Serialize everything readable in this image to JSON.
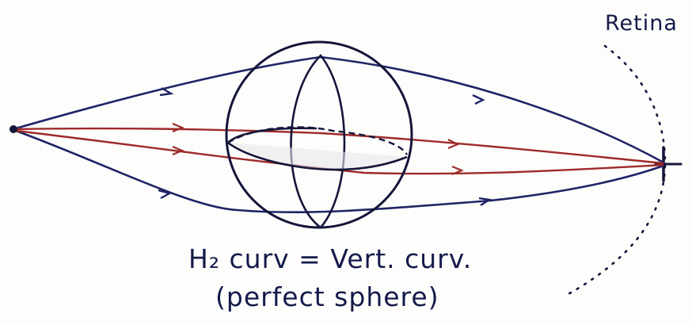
{
  "labels": {
    "retina": "Retina",
    "caption_line1": "H₂ curv = Vert. curv.",
    "caption_line2": "(perfect sphere)"
  },
  "colors": {
    "ink_blue": "#1f2466",
    "ink_dark": "#14153a",
    "ray_red": "#9e2a2a",
    "paper": "#fdfdfb"
  }
}
